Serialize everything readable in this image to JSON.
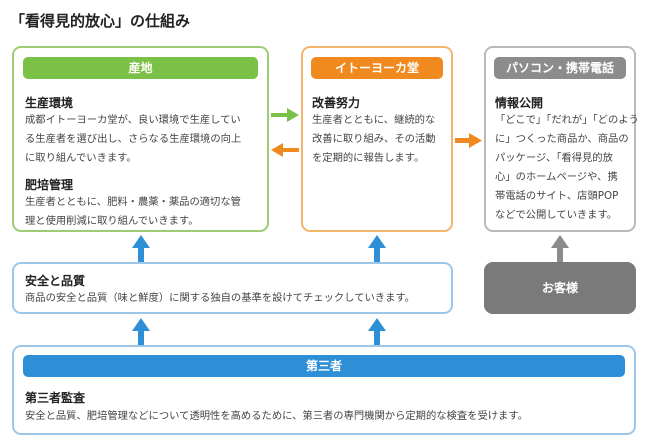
{
  "title": "「看得見的放心」の仕組み",
  "colors": {
    "green": "#7bc047",
    "orange": "#f08a1e",
    "gray": "#8c8c8c",
    "blue": "#2f8fd6",
    "text": "#444444"
  },
  "sanchi": {
    "header": "産地",
    "section1": {
      "heading": "生産環境",
      "lines": [
        "成都イトーヨーカ堂が、良い環境で生産してい",
        "る生産者を選び出し、さらなる生産環境の向上",
        "に取り組んでいきます。"
      ]
    },
    "section2": {
      "heading": "肥培管理",
      "lines": [
        "生産者とともに、肥料・農薬・薬品の適切な管",
        "理と使用削減に取り組んでいきます。"
      ]
    }
  },
  "ito": {
    "header": "イトーヨーカ堂",
    "heading": "改善努力",
    "lines": [
      "生産者とともに、継続的な",
      "改善に取り組み、その活動",
      "を定期的に報告します。"
    ]
  },
  "pc": {
    "header": "パソコン・携帯電話",
    "heading": "情報公開",
    "lines": [
      "「どこで」「だれが」「どのよう",
      "に」つくった商品か、商品の",
      "パッケージ、「看得見的放",
      "心」のホームページや、携",
      "帯電話のサイト、店頭POP",
      "などで公開していきます。"
    ]
  },
  "quality": {
    "heading": "安全と品質",
    "text": "商品の安全と品質（味と鮮度）に関する独自の基準を設けてチェックしていきます。"
  },
  "customer": {
    "label": "お客様"
  },
  "third": {
    "header": "第三者",
    "heading": "第三者監査",
    "text": "安全と品質、肥培管理などについて透明性を高めるために、第三者の専門機関から定期的な検査を受けます。"
  }
}
